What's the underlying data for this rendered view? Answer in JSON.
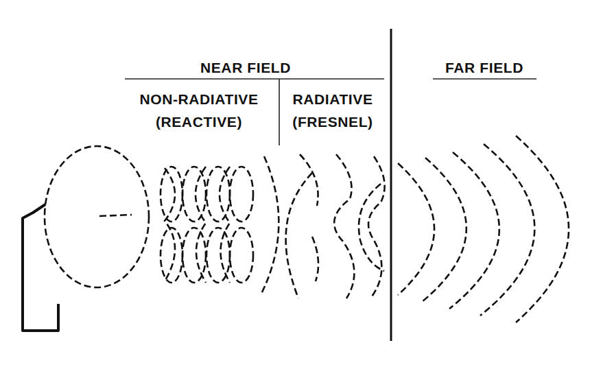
{
  "diagram": {
    "labels": [
      "NEAR FIELD",
      "NON-RADIATIVE (REACTIVE)",
      "RADIATIVE (FRESNEL)",
      "FAR FIELD"
    ]
  }
}
